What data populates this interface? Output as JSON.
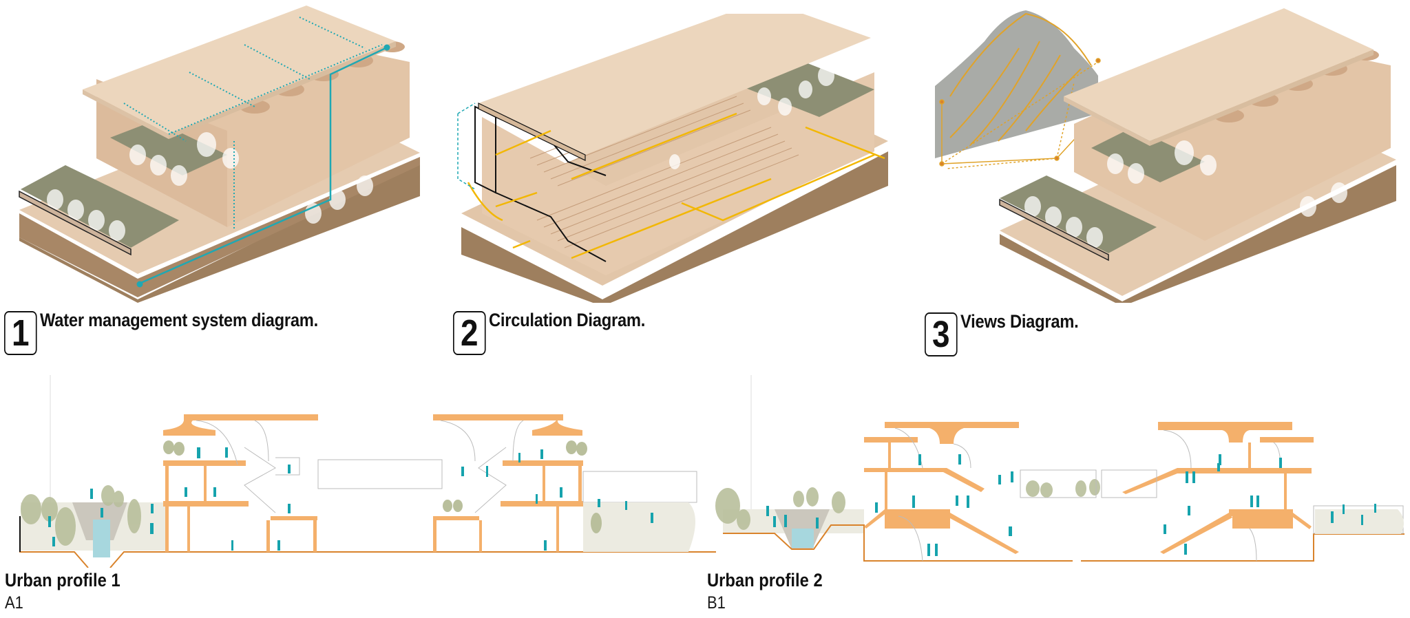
{
  "diagrams": [
    {
      "number": "1",
      "title": "Water management system diagram.",
      "overlay_color": "#1fa8b3",
      "overlay": "water-flow-lines"
    },
    {
      "number": "2",
      "title": "Circulation Diagram.",
      "overlay_color": "#f2b705",
      "overlay": "circulation-arrows"
    },
    {
      "number": "3",
      "title": "Views Diagram.",
      "overlay_color": "#e0a32a",
      "overlay": "view-cone-to-mountain"
    }
  ],
  "profiles": [
    {
      "title": "Urban profile 1",
      "subtitle": "A1"
    },
    {
      "title": "Urban profile 2",
      "subtitle": "B1"
    }
  ],
  "colors": {
    "section_cut": "#f4b06b",
    "section_outline": "#d9832b",
    "people": "#16a3ad",
    "trees": "#b9bf9c",
    "water": "#a7d7de",
    "ground_soil": "#9e7f5e",
    "wood": "#e8cfb3",
    "roof": "#ecd6bd",
    "green_roof": "#8d8f74"
  }
}
